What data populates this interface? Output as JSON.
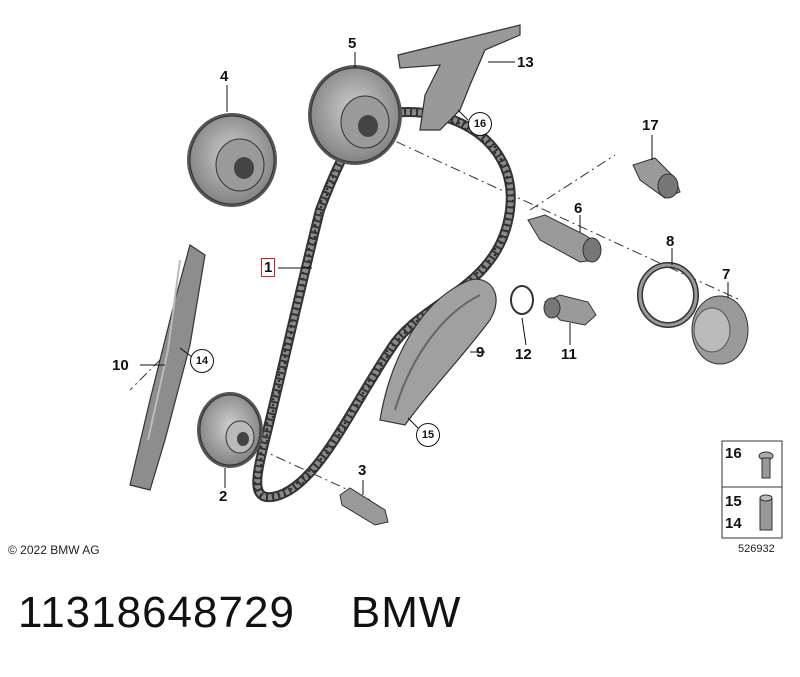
{
  "callouts": {
    "c1": "1",
    "c2": "2",
    "c3": "3",
    "c4": "4",
    "c5": "5",
    "c6": "6",
    "c7": "7",
    "c8": "8",
    "c9": "9",
    "c10": "10",
    "c11": "11",
    "c12": "12",
    "c13": "13",
    "c14": "14",
    "c15": "15",
    "c16": "16",
    "c17": "17"
  },
  "legend": {
    "item_a": "16",
    "item_b": "15",
    "item_c": "14"
  },
  "copyright": "© 2022 BMW AG",
  "diagram_id": "526932",
  "part_number": "11318648729",
  "brand": "BMW",
  "colors": {
    "part_fill": "#a9a9a9",
    "part_dark": "#6e6e6e",
    "outline": "#333333",
    "highlight": "#d62020"
  }
}
